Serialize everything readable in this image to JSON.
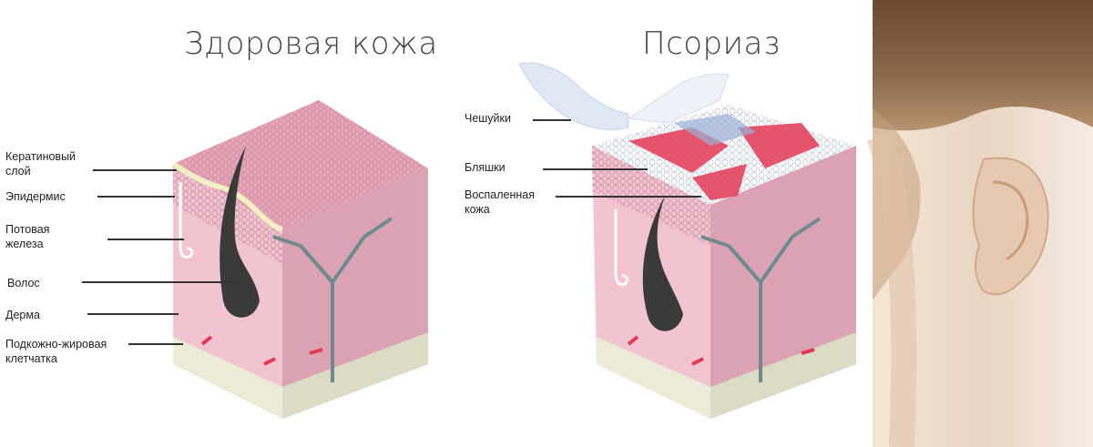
{
  "healthy": {
    "title": "Здоровая кожа",
    "labels": [
      "Кератиновый\nслой",
      "Эпидермис",
      "Потовая\nжелеза",
      "Волос",
      "Дерма",
      "Подкожно-жировая\nклетчатка"
    ]
  },
  "psoriasis": {
    "title": "Псориаз",
    "labels": [
      "Чешуйки",
      "Бляшки",
      "Воспаленная\nкожа"
    ]
  },
  "colors": {
    "dermis": "#f1c4cf",
    "epidermis": "#e6a6b7",
    "keratin": "#f3efc4",
    "fat": "#ecebd8",
    "vessel": "#6e8a8e",
    "hair": "#3a3a3a",
    "plaque": "#e23a55",
    "scale": "#dfe8f4"
  },
  "photo": {
    "icon": "ear-photo-icon"
  }
}
